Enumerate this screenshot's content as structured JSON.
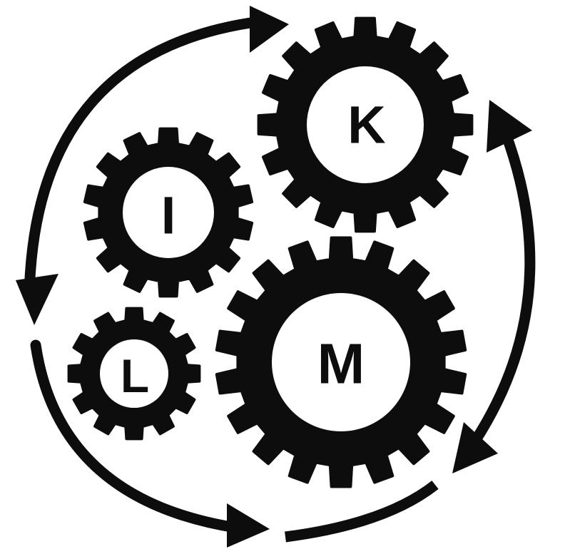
{
  "colors": {
    "ink": "#0d0d0d",
    "background": "#ffffff"
  },
  "gears": [
    {
      "id": "k",
      "label": "K"
    },
    {
      "id": "i",
      "label": "I"
    },
    {
      "id": "l",
      "label": "L"
    },
    {
      "id": "m",
      "label": "M"
    }
  ],
  "arrows": [
    {
      "id": "top-left",
      "icon": "arrow-clockwise-icon"
    },
    {
      "id": "right",
      "icon": "double-headed-arrow-icon"
    },
    {
      "id": "bottom-left",
      "icon": "arrow-clockwise-icon"
    },
    {
      "id": "bottom-right",
      "icon": "arc-segment-icon"
    }
  ]
}
